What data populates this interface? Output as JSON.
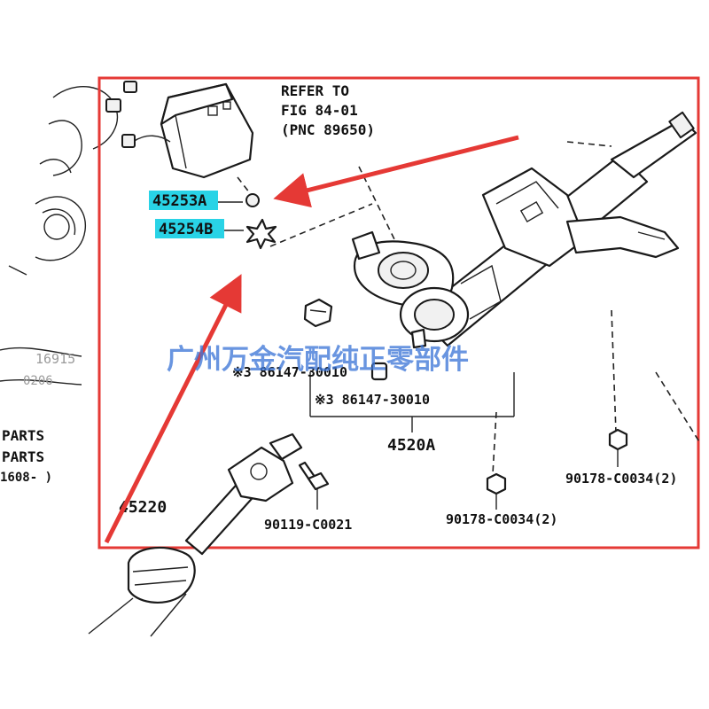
{
  "colors": {
    "frame": "#e53935",
    "arrow": "#e53935",
    "highlight": "#29d3e6",
    "watermark": "#3f78d8"
  },
  "refer_note": {
    "line1": "REFER TO",
    "line2": "FIG 84-01",
    "line3": "(PNC 89650)"
  },
  "labels": {
    "part_45253a": "45253A",
    "part_45254b": "45254B",
    "part_4520a": "4520A",
    "part_45220": "45220",
    "bolt_90119": "90119-C0021",
    "nut_90178_center": "90178-C0034(2)",
    "nut_90178_right": "90178-C0034(2)",
    "note_86147_upper": "※3 86147-30010",
    "note_86147_lower": "※3 86147-30010"
  },
  "left_fragments": {
    "code1": "16915",
    "code2": "0206",
    "parts1": "PARTS",
    "parts2": "PARTS",
    "date": "1608-    )"
  },
  "watermark": "广州万金汽配纯正零部件",
  "icons": {
    "arrow_upper": "red-arrow-icon",
    "arrow_lower": "red-arrow-icon"
  }
}
